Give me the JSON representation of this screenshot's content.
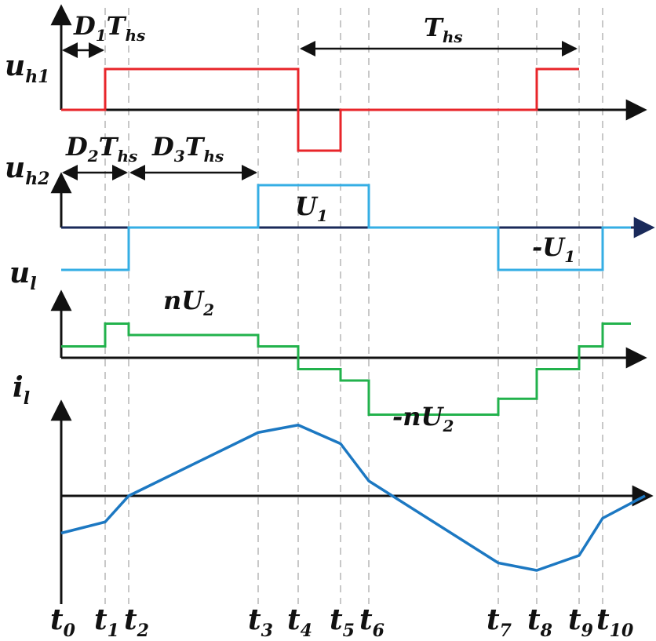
{
  "colors": {
    "uh1": "#e8252a",
    "uh2": "#35aee4",
    "ul": "#22b24c",
    "il": "#1c78c2",
    "axis": "#111111",
    "uh2_axis": "#1a2a5a",
    "guide": "#c8c8c8"
  },
  "time_markers": [
    {
      "base": "t",
      "sub": "0"
    },
    {
      "base": "t",
      "sub": "1"
    },
    {
      "base": "t",
      "sub": "2"
    },
    {
      "base": "t",
      "sub": "3"
    },
    {
      "base": "t",
      "sub": "4"
    },
    {
      "base": "t",
      "sub": "5"
    },
    {
      "base": "t",
      "sub": "6"
    },
    {
      "base": "t",
      "sub": "7"
    },
    {
      "base": "t",
      "sub": "8"
    },
    {
      "base": "t",
      "sub": "9"
    },
    {
      "base": "t",
      "sub": "10"
    }
  ],
  "signals": {
    "uh1": {
      "base": "u",
      "sub": "h1",
      "levels": [
        0,
        1,
        -1,
        0,
        1
      ],
      "breaks": [
        1,
        4,
        5,
        8,
        9
      ]
    },
    "uh2": {
      "base": "u",
      "sub": "h2",
      "levels": [
        -1,
        0,
        1,
        0,
        -1,
        0
      ],
      "breaks": [
        2,
        3,
        6,
        7,
        10
      ]
    },
    "ul": {
      "base": "u",
      "sub": "l",
      "levels": [
        0.5,
        1.5,
        1,
        0.5,
        -0.5,
        -1,
        -2.5,
        -1.8,
        -1,
        -0.5,
        0.5,
        1.5,
        1
      ]
    },
    "il": {
      "base": "i",
      "sub": "l",
      "values": [
        -1,
        -0.7,
        0,
        1.7,
        1.9,
        1.4,
        0.4,
        -1.8,
        -2.0,
        -1.6,
        -0.6
      ]
    }
  },
  "annotations": {
    "d1ths": {
      "p1": "D",
      "s1": "1",
      "p2": "T",
      "s2": "hs"
    },
    "ths": {
      "p1": "T",
      "s1": "hs"
    },
    "d2ths": {
      "p1": "D",
      "s1": "2",
      "p2": "T",
      "s2": "hs"
    },
    "d3ths": {
      "p1": "D",
      "s1": "3",
      "p2": "T",
      "s2": "hs"
    },
    "u1": {
      "p1": "U",
      "s1": "1"
    },
    "neg_u1": {
      "p1": "-U",
      "s1": "1"
    },
    "nu2": {
      "p1": "nU",
      "s1": "2"
    },
    "neg_nu2": {
      "p1": "-nU",
      "s1": "2"
    }
  }
}
